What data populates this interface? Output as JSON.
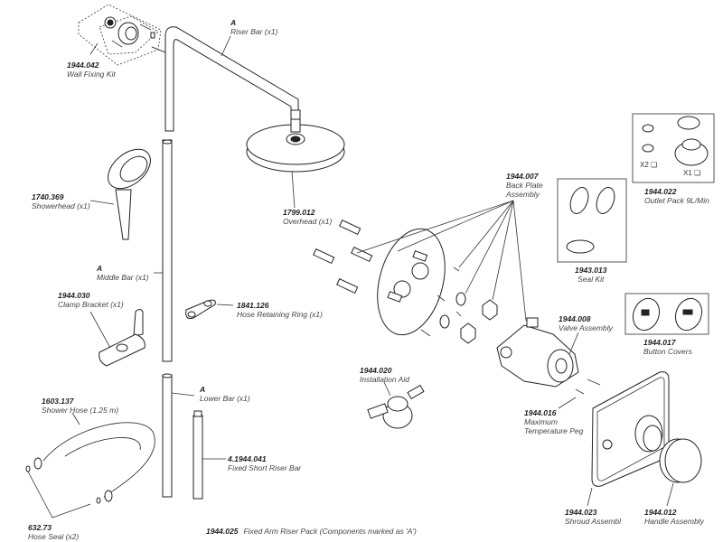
{
  "diagram": {
    "title": "Shower riser kit exploded parts diagram",
    "parts": [
      {
        "id": "wall-fixing-kit",
        "code": "1944.042",
        "name": "Wall Fixing Kit"
      },
      {
        "id": "riser-bar",
        "code": "A",
        "name": "Riser Bar (x1)"
      },
      {
        "id": "showerhead",
        "code": "1740.369",
        "name": "Showerhead (x1)"
      },
      {
        "id": "overhead",
        "code": "1799.012",
        "name": "Overhead (x1)"
      },
      {
        "id": "middle-bar",
        "code": "A",
        "name": "Middle Bar (x1)"
      },
      {
        "id": "hose-retaining-ring",
        "code": "1841.126",
        "name": "Hose Retaining Ring (x1)"
      },
      {
        "id": "clamp-bracket",
        "code": "1944.030",
        "name": "Clamp Bracket (x1)"
      },
      {
        "id": "shower-hose",
        "code": "1603.137",
        "name": "Shower Hose (1.25 m)"
      },
      {
        "id": "lower-bar",
        "code": "A",
        "name": "Lower Bar (x1)"
      },
      {
        "id": "fixed-short-riser-bar",
        "code": "4.1944.041",
        "name": "Fixed Short Riser Bar"
      },
      {
        "id": "hose-seal",
        "code": "632.73",
        "name": "Hose Seal (x2)"
      },
      {
        "id": "back-plate-assembly",
        "code": "1944.007",
        "name_line1": "Back Plate",
        "name_line2": "Assembly"
      },
      {
        "id": "seal-kit",
        "code": "1943.013",
        "name": "Seal Kit"
      },
      {
        "id": "outlet-pack",
        "code": "1944.022",
        "name": "Outlet Pack 9L/Min",
        "qty_small": "X2 ❏",
        "qty_large": "X1 ❏"
      },
      {
        "id": "button-covers",
        "code": "1944.017",
        "name": "Button Covers"
      },
      {
        "id": "valve-assembly",
        "code": "1944.008",
        "name": "Valve Assembly"
      },
      {
        "id": "installation-aid",
        "code": "1944.020",
        "name": "Installation Aid"
      },
      {
        "id": "max-temp-peg",
        "code": "1944.016",
        "name_line1": "Maximum",
        "name_line2": "Temperature Peg"
      },
      {
        "id": "shroud-assembly",
        "code": "1944.023",
        "name": "Shroud Assembl"
      },
      {
        "id": "handle-assembly",
        "code": "1944.012",
        "name": "Handle Assembly"
      }
    ],
    "footer": {
      "code": "1944.025",
      "text": "Fixed Arm Riser Pack (Components marked as 'A')"
    }
  }
}
